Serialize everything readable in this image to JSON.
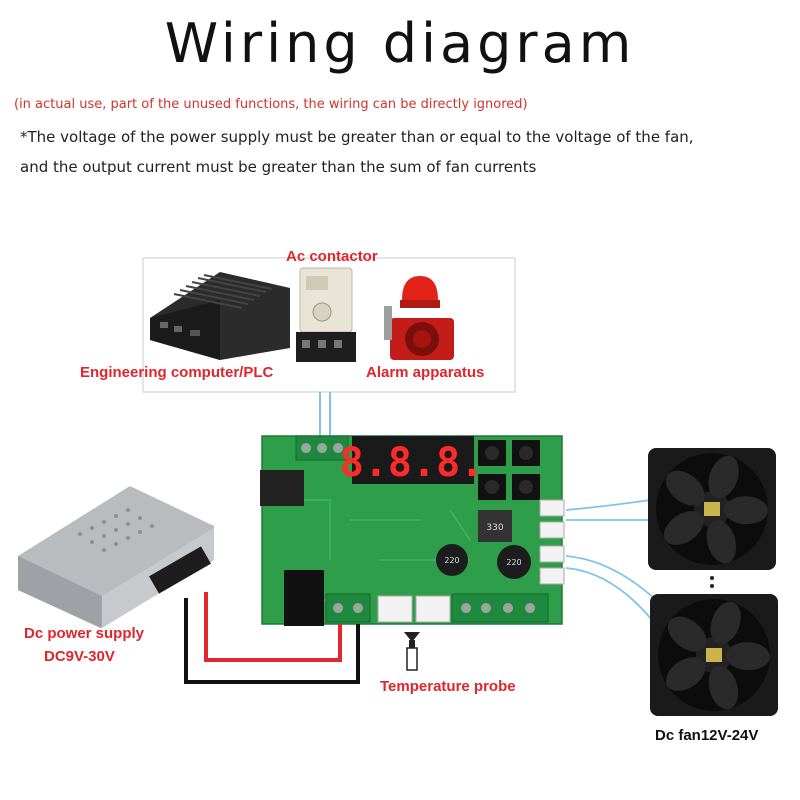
{
  "header": {
    "title": "Wiring diagram",
    "note_red": "(in actual use, part of the unused functions, the wiring can be directly ignored)",
    "note_line1": "*The voltage of the power supply must be greater than or equal to the voltage of the fan,",
    "note_line2": "and the output current must be greater than the sum of fan currents"
  },
  "labels": {
    "ac_contactor": "Ac contactor",
    "engineering_computer": "Engineering computer/PLC",
    "alarm_apparatus": "Alarm apparatus",
    "dc_power_supply_line1": "Dc power supply",
    "dc_power_supply_line2": "DC9V-30V",
    "temperature_probe": "Temperature probe",
    "dc_fan": "Dc fan12V-24V"
  },
  "board": {
    "display_digits": "8.8.8.",
    "inductor_marking": "330",
    "cap_1_marking": "220",
    "cap_2_marking": "220"
  },
  "colors": {
    "label_red": "#e0262c",
    "pcb_green": "#2e9e4a",
    "display_red": "#ff2a2a",
    "wire_red": "#e5262c",
    "wire_black": "#111111",
    "wire_blue": "#7fc4e8"
  }
}
